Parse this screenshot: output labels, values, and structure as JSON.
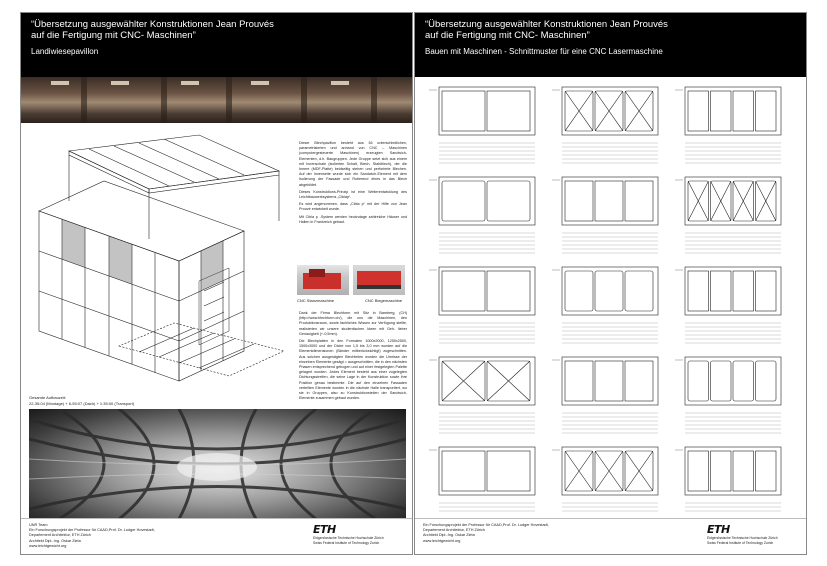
{
  "poster_left": {
    "title": "“Übersetzung ausgewählter Konstruktionen Jean Prouvés\nauf die Fertigung mit CNC- Maschinen”",
    "subtitle": "Landiwiesepavillon",
    "body_paragraph_1": "Dieser Blechpavillon besteht aus 36 unterschiedlichen, parametrisierten und anhand von CNC – Maschinen (computergesteuerte Maschinen) erzeugten Sandwich-Elementen, d.h. Baugruppen. Jede Gruppe setzt sich aus einem mit Innenschale (isolierten Schalt, Blech, Stahlblech), der die Innere (MDF-Platte) beidseitig stehen und perforierte Blechen. Auf der Innenseite wurde sich ein Sandwich-Element mit dem Isolierung der Fassade und Rotierend eines in das Blech abgebildet.",
    "body_paragraph_2": "Dieses Konstruktions-Prinzip ist eine Weiterentwicklung des Leichtbauwerksystems „Ciblap“.",
    "body_paragraph_3": "Es wird angenommen, dass „Cibla p“ mit der Hilfe von Jean Prouvé entwickelt wurde.",
    "body_paragraph_4": "Mit Cibla p -System werden heutzutage zahlreiche Häuser und Hallen in Frankreich gebaut.",
    "machine_caption_1": "CNC Stanzmaschine",
    "machine_caption_2": "CNC Biegemaschine",
    "body_lower_1": "Dank der Firma Blechform mit Sitz in Bamberg, (CH) (http://www.blechform.ch/), die uns die Maschinen, den Produktionsraum, sowie fachliches Wissen zur Verfügung stellte, realisierten wir unsere studentischen Ideen mit Geh- lieber Genauigkeit (+-0,5mm).",
    "body_lower_2": "Die Blechplatten in den Formaten 1000x2000, 1250x2500, 1500x3000 und der Dicke von 1,5 bis 3,0 mm wurden auf die Elementdimensionen (Bänder mitberücksichtigt) zugeschnitten. Aus solchen ausgesägten Blechteilen wurden die Umrisse der einzelnen Elemente gesägt = ausgeschnitten, die in den nächsten Phasen entsprechend gebogen und auf einer festgelegten Palette gelagert wurden. Jedes Element besteht aus einer zugelegten Dichtungsstreifen, die seine Lage in der Konstruktion sowie ihre Position genau bestimmte. Die auf den einzelnen Fassaden verteilten Elemente wurden in die nächste Halle transportiert, wo sie in Gruppen, also zu Konstruktionsteilen der Sandwich-Elemente zusammen gebaut wurden.",
    "assembly_caption": "Gesamte Aufbauzeit:\n22-35:04 (Montage) + 6-55:07 (Dach) + 1:35:00 (Transport)",
    "footer_text": "UNR Team\nEin Forschungsprojekt der Professur für CAAD,Prof. Dr. Ludger Hovestadt,\nDepartement Architektur, ETH Zürich\nArchitekt Dipl.-Ing. Oskar Zieta\nwww.leichtgewicht.org",
    "eth_logo": "ETH",
    "eth_text": "Eidgenössische Technische Hochschule Zürich\nSwiss Federal Institute of Technology Zurich"
  },
  "poster_right": {
    "title": "“Übersetzung ausgewählter Konstruktionen Jean Prouvés\nauf die Fertigung mit CNC- Maschinen”",
    "subtitle": "Bauen mit Maschinen - Schnittmuster für eine CNC Lasermaschine",
    "footer_text": "Ein Forschungsprojekt der Professur für CAAD,Prof. Dr. Ludger Hovestadt,\nDepartement Architektur, ETH Zürich\nArchitekt Dipl.-Ing. Oskar Zieta\nwww.leichtgewicht.org",
    "eth_logo": "ETH",
    "eth_text": "Eidgenössische Technische Hochschule Zürich\nSwiss Federal Institute of Technology Zurich"
  }
}
